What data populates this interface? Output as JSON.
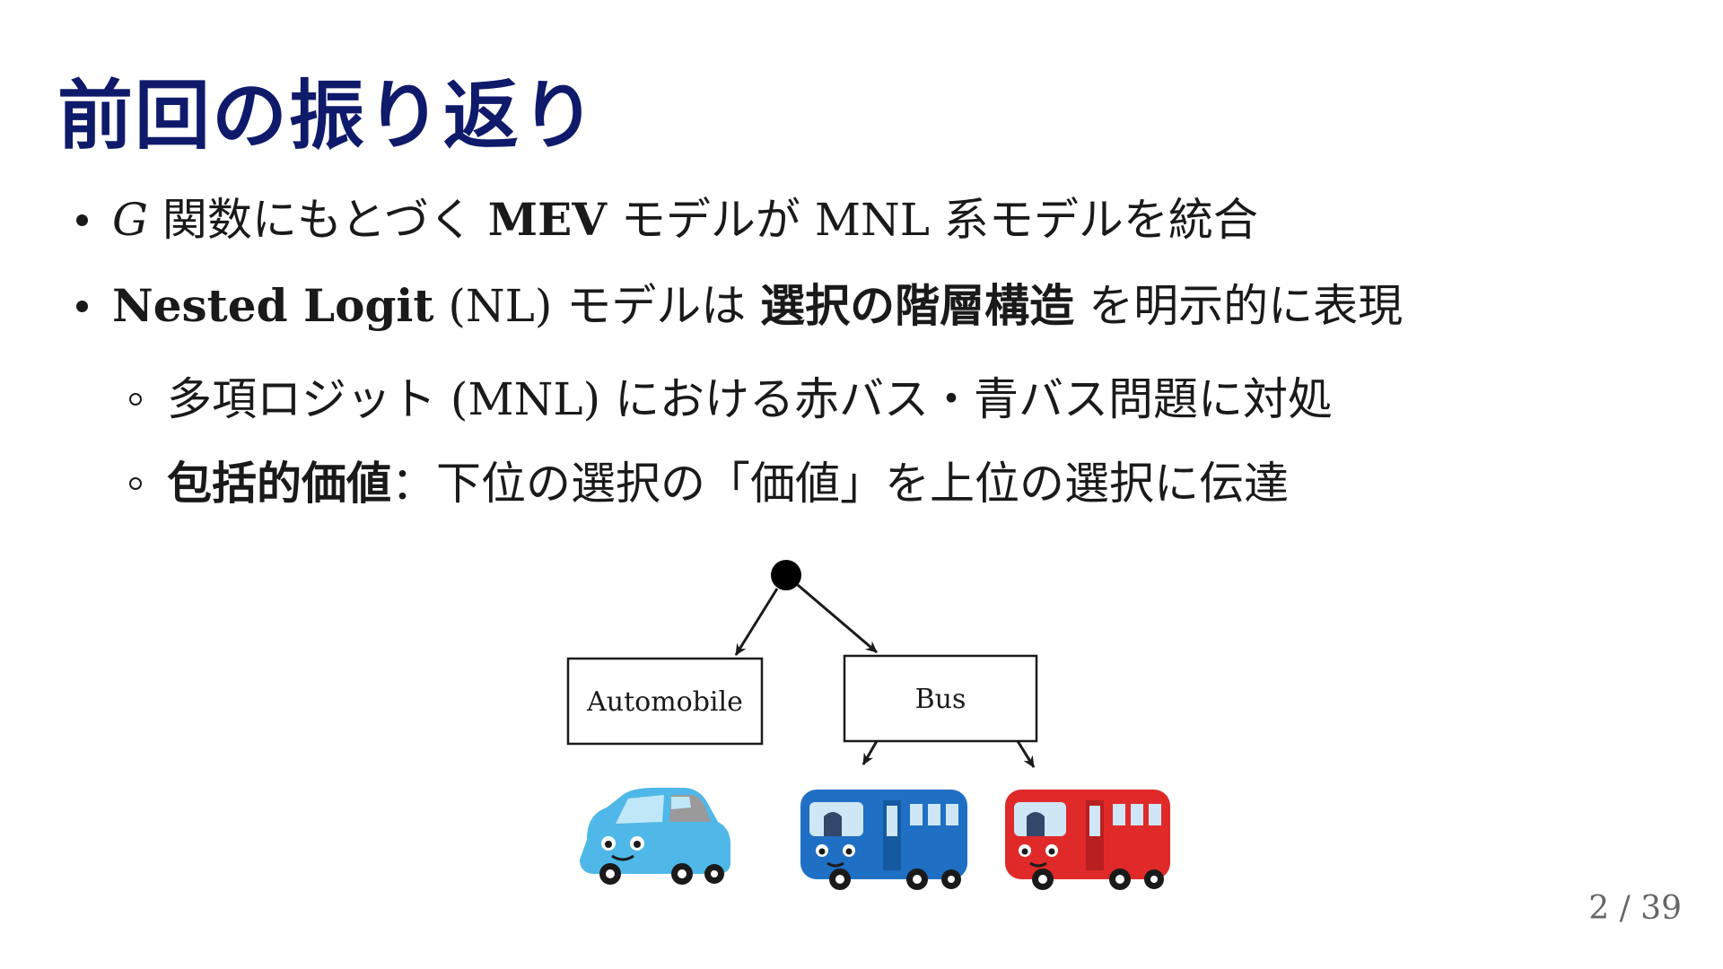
{
  "slide": {
    "title": "前回の振り返り",
    "bullets": [
      {
        "parts": [
          {
            "text": "G",
            "style": "serif-italic"
          },
          {
            "text": " 関数にもとづく ",
            "style": "normal"
          },
          {
            "text": "MEV",
            "style": "serif-bold"
          },
          {
            "text": " モデルが ",
            "style": "normal"
          },
          {
            "text": "MNL",
            "style": "serif"
          },
          {
            "text": " 系モデルを統合",
            "style": "normal"
          }
        ]
      },
      {
        "parts": [
          {
            "text": "Nested Logit",
            "style": "serif-bold"
          },
          {
            "text": " (NL)",
            "style": "serif"
          },
          {
            "text": " モデルは ",
            "style": "normal"
          },
          {
            "text": "選択の階層構造",
            "style": "bold"
          },
          {
            "text": " を明示的に表現",
            "style": "normal"
          }
        ]
      }
    ],
    "subbullets": [
      {
        "parts": [
          {
            "text": "多項ロジット ",
            "style": "normal"
          },
          {
            "text": "(MNL)",
            "style": "serif"
          },
          {
            "text": " における赤バス・青バス問題に対処",
            "style": "normal"
          }
        ]
      },
      {
        "parts": [
          {
            "text": "包括的価値",
            "style": "bold"
          },
          {
            "text": "：下位の選択の「価値」を上位の選択に伝達",
            "style": "normal"
          }
        ]
      }
    ]
  },
  "diagram": {
    "nodes": {
      "automobile": "Automobile",
      "bus": "Bus"
    },
    "icons": [
      "light-blue-car-icon",
      "blue-bus-icon",
      "red-bus-icon"
    ],
    "colors": {
      "car": "#4fb8e8",
      "blue_bus": "#1f6fc4",
      "red_bus": "#e02a2a",
      "text": "#1a1a1a",
      "title": "#0f1a6b"
    }
  },
  "page_number": "2 / 39"
}
